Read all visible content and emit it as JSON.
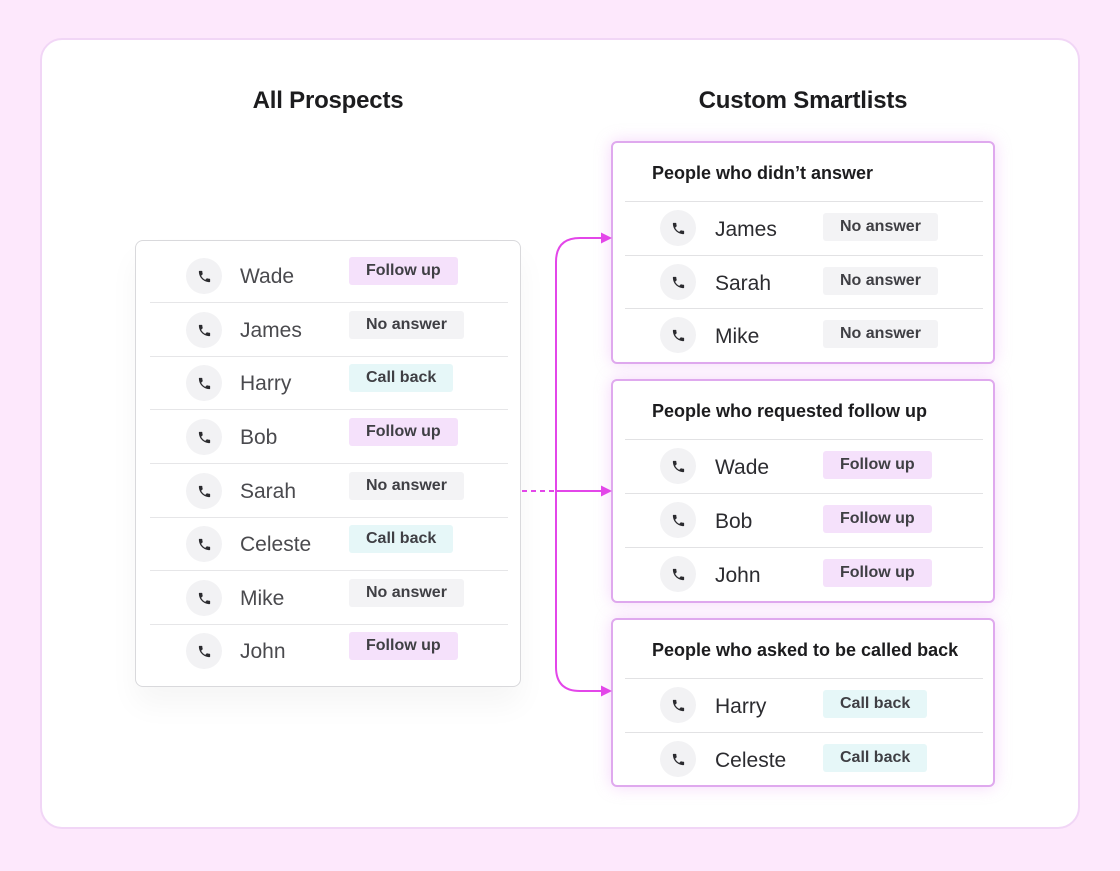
{
  "headings": {
    "left": "All Prospects",
    "right": "Custom Smartlists"
  },
  "colors": {
    "accent": "#e346e9",
    "follow_up": "#f5e1fb",
    "no_answer": "#f3f3f5",
    "call_back": "#e6f7f8"
  },
  "icon": "phone-icon",
  "prospects": [
    {
      "name": "Wade",
      "status": "Follow up"
    },
    {
      "name": "James",
      "status": "No answer"
    },
    {
      "name": "Harry",
      "status": "Call back"
    },
    {
      "name": "Bob",
      "status": "Follow up"
    },
    {
      "name": "Sarah",
      "status": "No answer"
    },
    {
      "name": "Celeste",
      "status": "Call back"
    },
    {
      "name": "Mike",
      "status": "No answer"
    },
    {
      "name": "John",
      "status": "Follow up"
    }
  ],
  "smartlists": [
    {
      "title": "People who didn’t answer",
      "items": [
        {
          "name": "James",
          "status": "No answer"
        },
        {
          "name": "Sarah",
          "status": "No answer"
        },
        {
          "name": "Mike",
          "status": "No answer"
        }
      ]
    },
    {
      "title": "People who requested follow up",
      "items": [
        {
          "name": "Wade",
          "status": "Follow up"
        },
        {
          "name": "Bob",
          "status": "Follow up"
        },
        {
          "name": "John",
          "status": "Follow up"
        }
      ]
    },
    {
      "title": "People who asked to be called back",
      "items": [
        {
          "name": "Harry",
          "status": "Call back"
        },
        {
          "name": "Celeste",
          "status": "Call back"
        }
      ]
    }
  ]
}
